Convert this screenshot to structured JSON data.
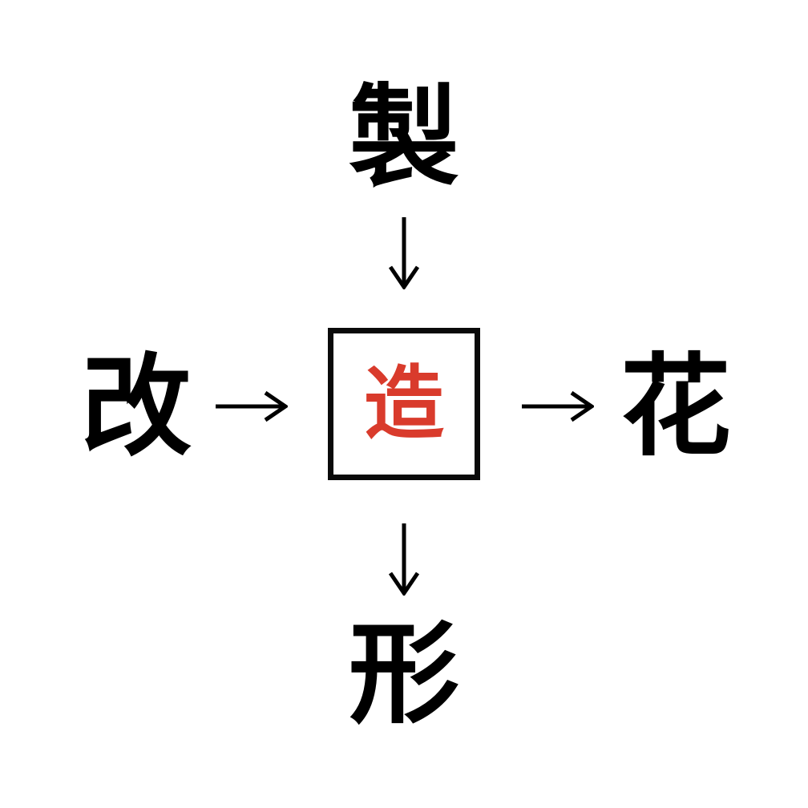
{
  "puzzle": {
    "top_kanji": "製",
    "left_kanji": "改",
    "center_kanji": "造",
    "right_kanji": "花",
    "bottom_kanji": "形"
  },
  "arrows": [
    {
      "name": "arrow-top-to-center",
      "direction": "down"
    },
    {
      "name": "arrow-left-to-center",
      "direction": "right"
    },
    {
      "name": "arrow-center-to-right",
      "direction": "right"
    },
    {
      "name": "arrow-center-to-bottom",
      "direction": "down"
    }
  ],
  "colors": {
    "background": "#ffffff",
    "kanji": "#000000",
    "center_kanji": "#d93b2c",
    "box_border": "#0a0a0a"
  }
}
